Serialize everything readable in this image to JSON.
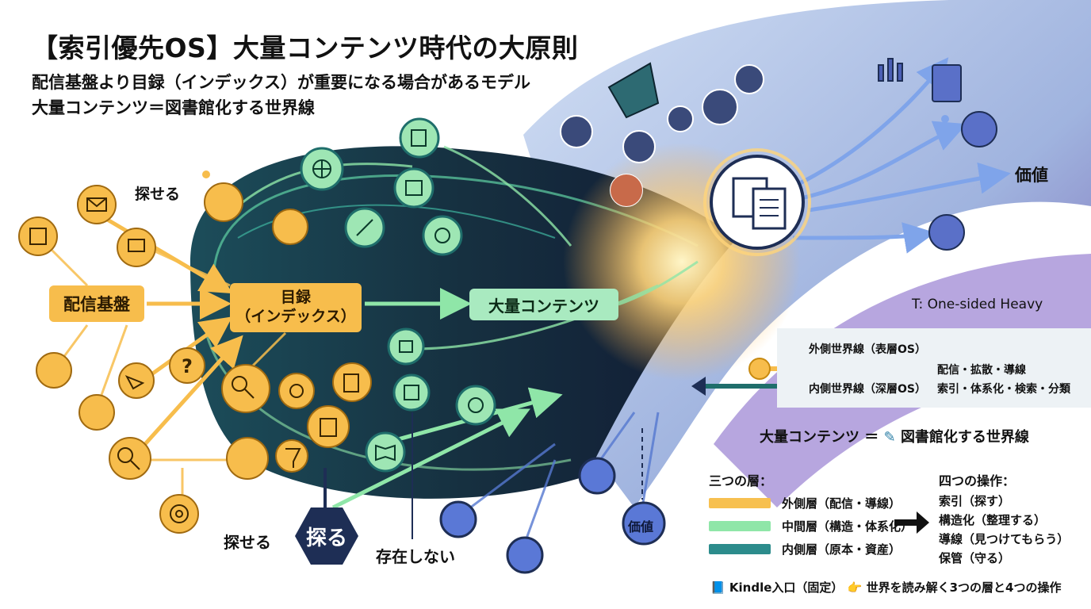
{
  "header": {
    "title": "【索引優先OS】大量コンテンツ時代の大原則",
    "subtitle1": "配信基盤より目録（インデックス）が重要になる場合があるモデル",
    "subtitle2": "大量コンテンツ＝図書館化する世界線"
  },
  "nodes": {
    "haishin": "配信基盤",
    "mokuroku_line1": "目録",
    "mokuroku_line2": "（インデックス）",
    "tairyo": "大量コンテンツ",
    "sagaseru_top": "探せる",
    "sagaseru_bottom": "探せる",
    "saguru": "探る",
    "sonzai": "存在しない",
    "kachi_right": "価値",
    "kachi_bottom": "価値"
  },
  "panel": {
    "code": "T: One-sided Heavy",
    "outer_label": "外側世界線（表層OS）",
    "outer_ops": "配信・拡散・導線",
    "inner_label": "内側世界線（深層OS）",
    "inner_ops": "索引・体系化・検索・分類",
    "library_prefix": "大量コンテンツ ＝",
    "library_icon": "✎",
    "library_suffix": "図書館化する世界線"
  },
  "legend": {
    "layers_title": "三つの層：",
    "layers": [
      {
        "label": "外側層（配信・導線）",
        "color": "#f7c04f"
      },
      {
        "label": "中間層（構造・体系化）",
        "color": "#8fe6a8"
      },
      {
        "label": "内側層（原本・資産）",
        "color": "#2c8c8c"
      }
    ],
    "ops_title": "四つの操作：",
    "ops": [
      "索引（探す）",
      "構造化（整理する）",
      "導線（見つけてもらう）",
      "保管（守る）"
    ]
  },
  "footer": {
    "book_icon": "📘",
    "text1": "Kindle入口（固定）",
    "hand_icon": "👉",
    "text2": "世界を読み解く3つの層と4つの操作"
  },
  "colors": {
    "gold": "#f7bd4c",
    "mint": "#9ee6b4",
    "teal": "#1f6e6b",
    "navy": "#1e2e55",
    "purple": "#7a63c9",
    "blue": "#4b72c7"
  }
}
